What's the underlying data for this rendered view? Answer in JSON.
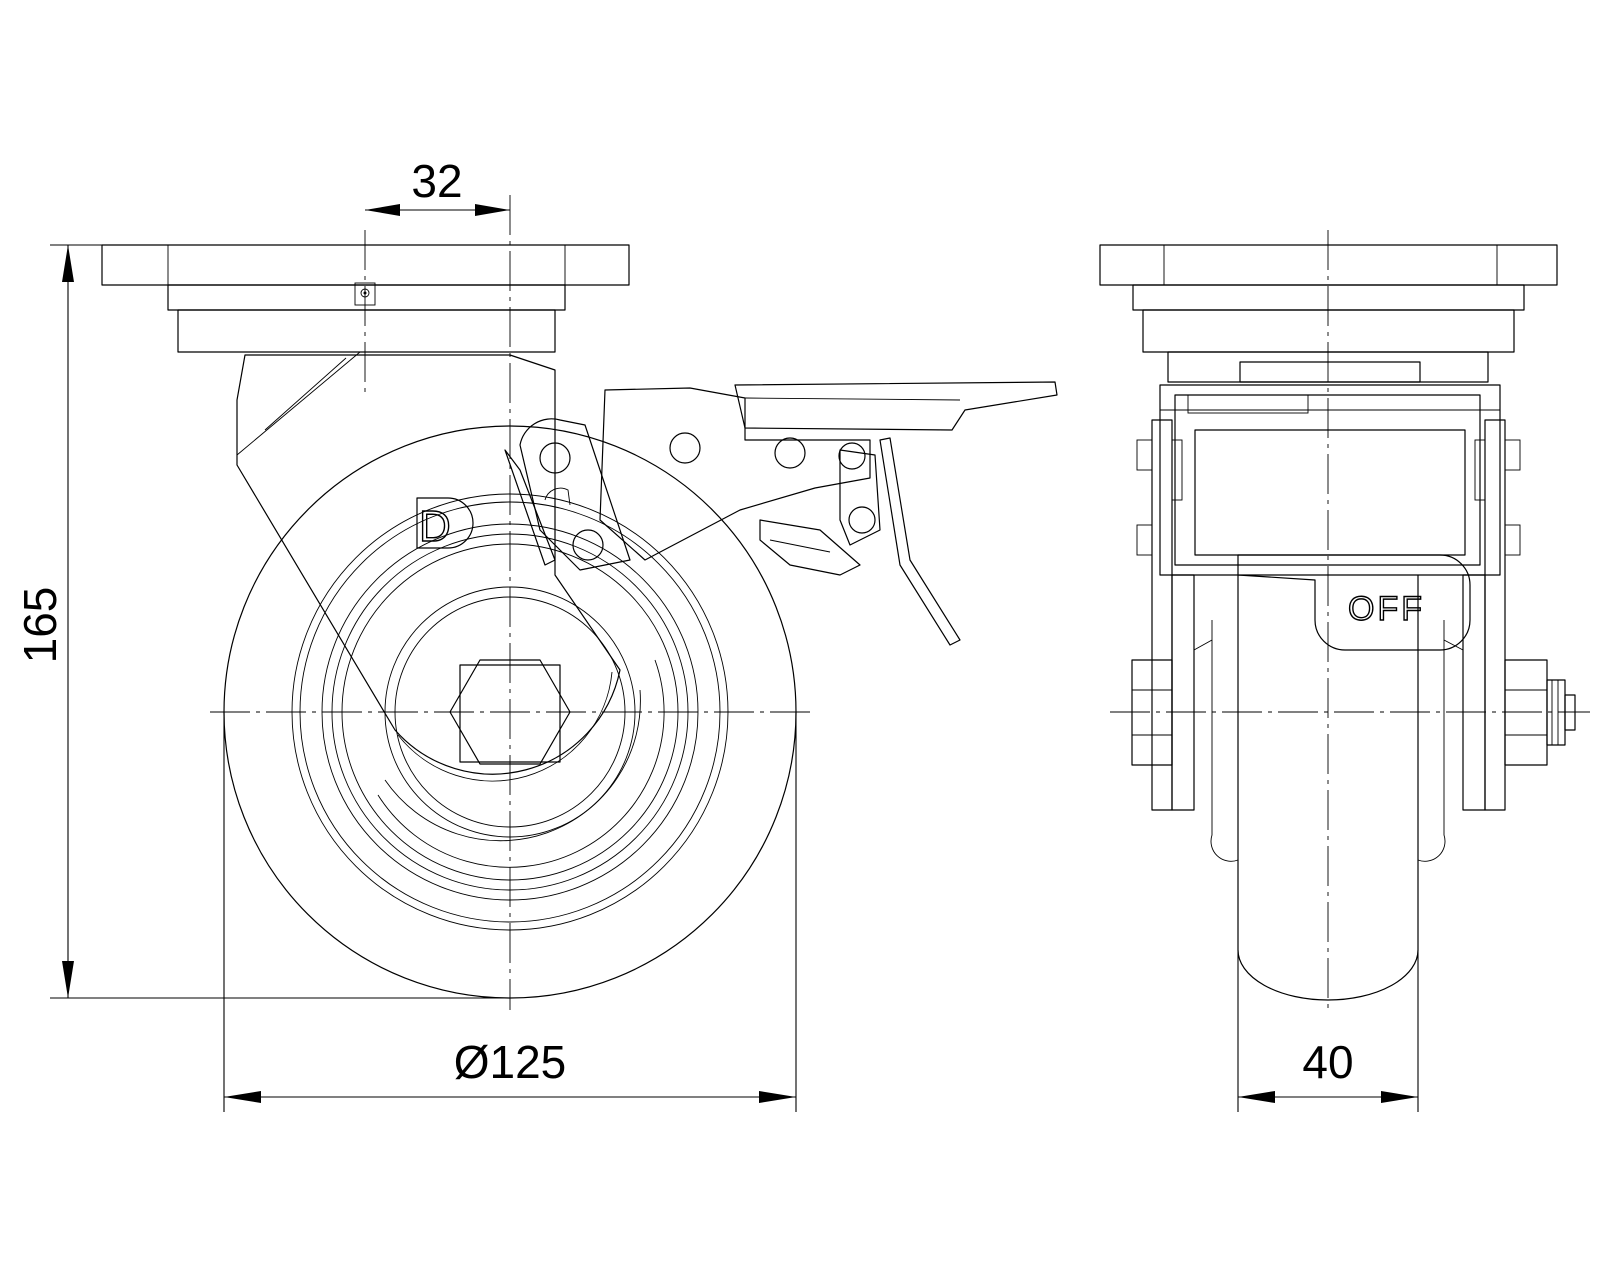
{
  "dimensions": {
    "offset": "32",
    "height": "165",
    "wheel_diameter": "Ø125",
    "wheel_width": "40"
  },
  "side_view": {
    "logo_letter": "D"
  },
  "front_view": {
    "brake_label": "OFF"
  }
}
